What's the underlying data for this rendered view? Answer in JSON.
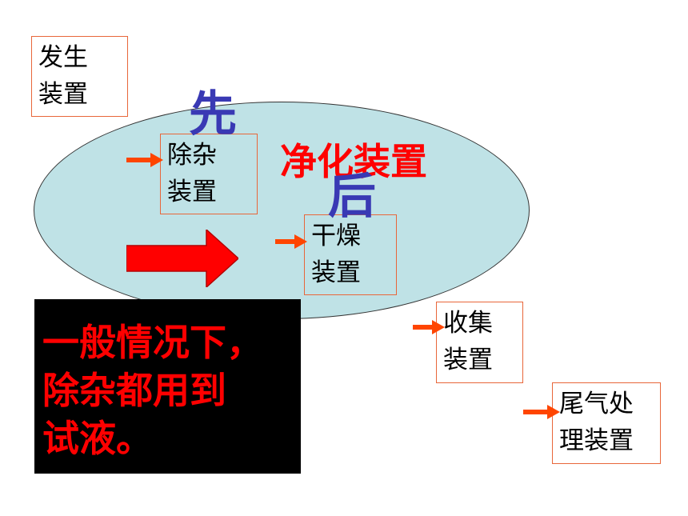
{
  "colors": {
    "box_border": "#e8663a",
    "ellipse_fill": "#bfe2e6",
    "arrow": "#ff0000",
    "small_arrow": "#ff4500",
    "label_blue": "#3939b4",
    "label_red": "#ff0000",
    "note_bg": "#000000"
  },
  "boxes": {
    "generator": [
      "发生",
      "装置"
    ],
    "impurity_removal": [
      "除杂",
      "装置"
    ],
    "drying": [
      "干燥",
      "装置"
    ],
    "collection": [
      "收集",
      "装置"
    ],
    "tail_gas": [
      "尾气处",
      "理装置"
    ]
  },
  "labels": {
    "first": "先",
    "after": "后",
    "purification": "净化装置"
  },
  "note": [
    "一般情况下，",
    "除杂都用到",
    "试液。"
  ],
  "icons": {
    "small_arrow": "arrow-right-icon",
    "big_arrow": "block-arrow-right-icon"
  }
}
